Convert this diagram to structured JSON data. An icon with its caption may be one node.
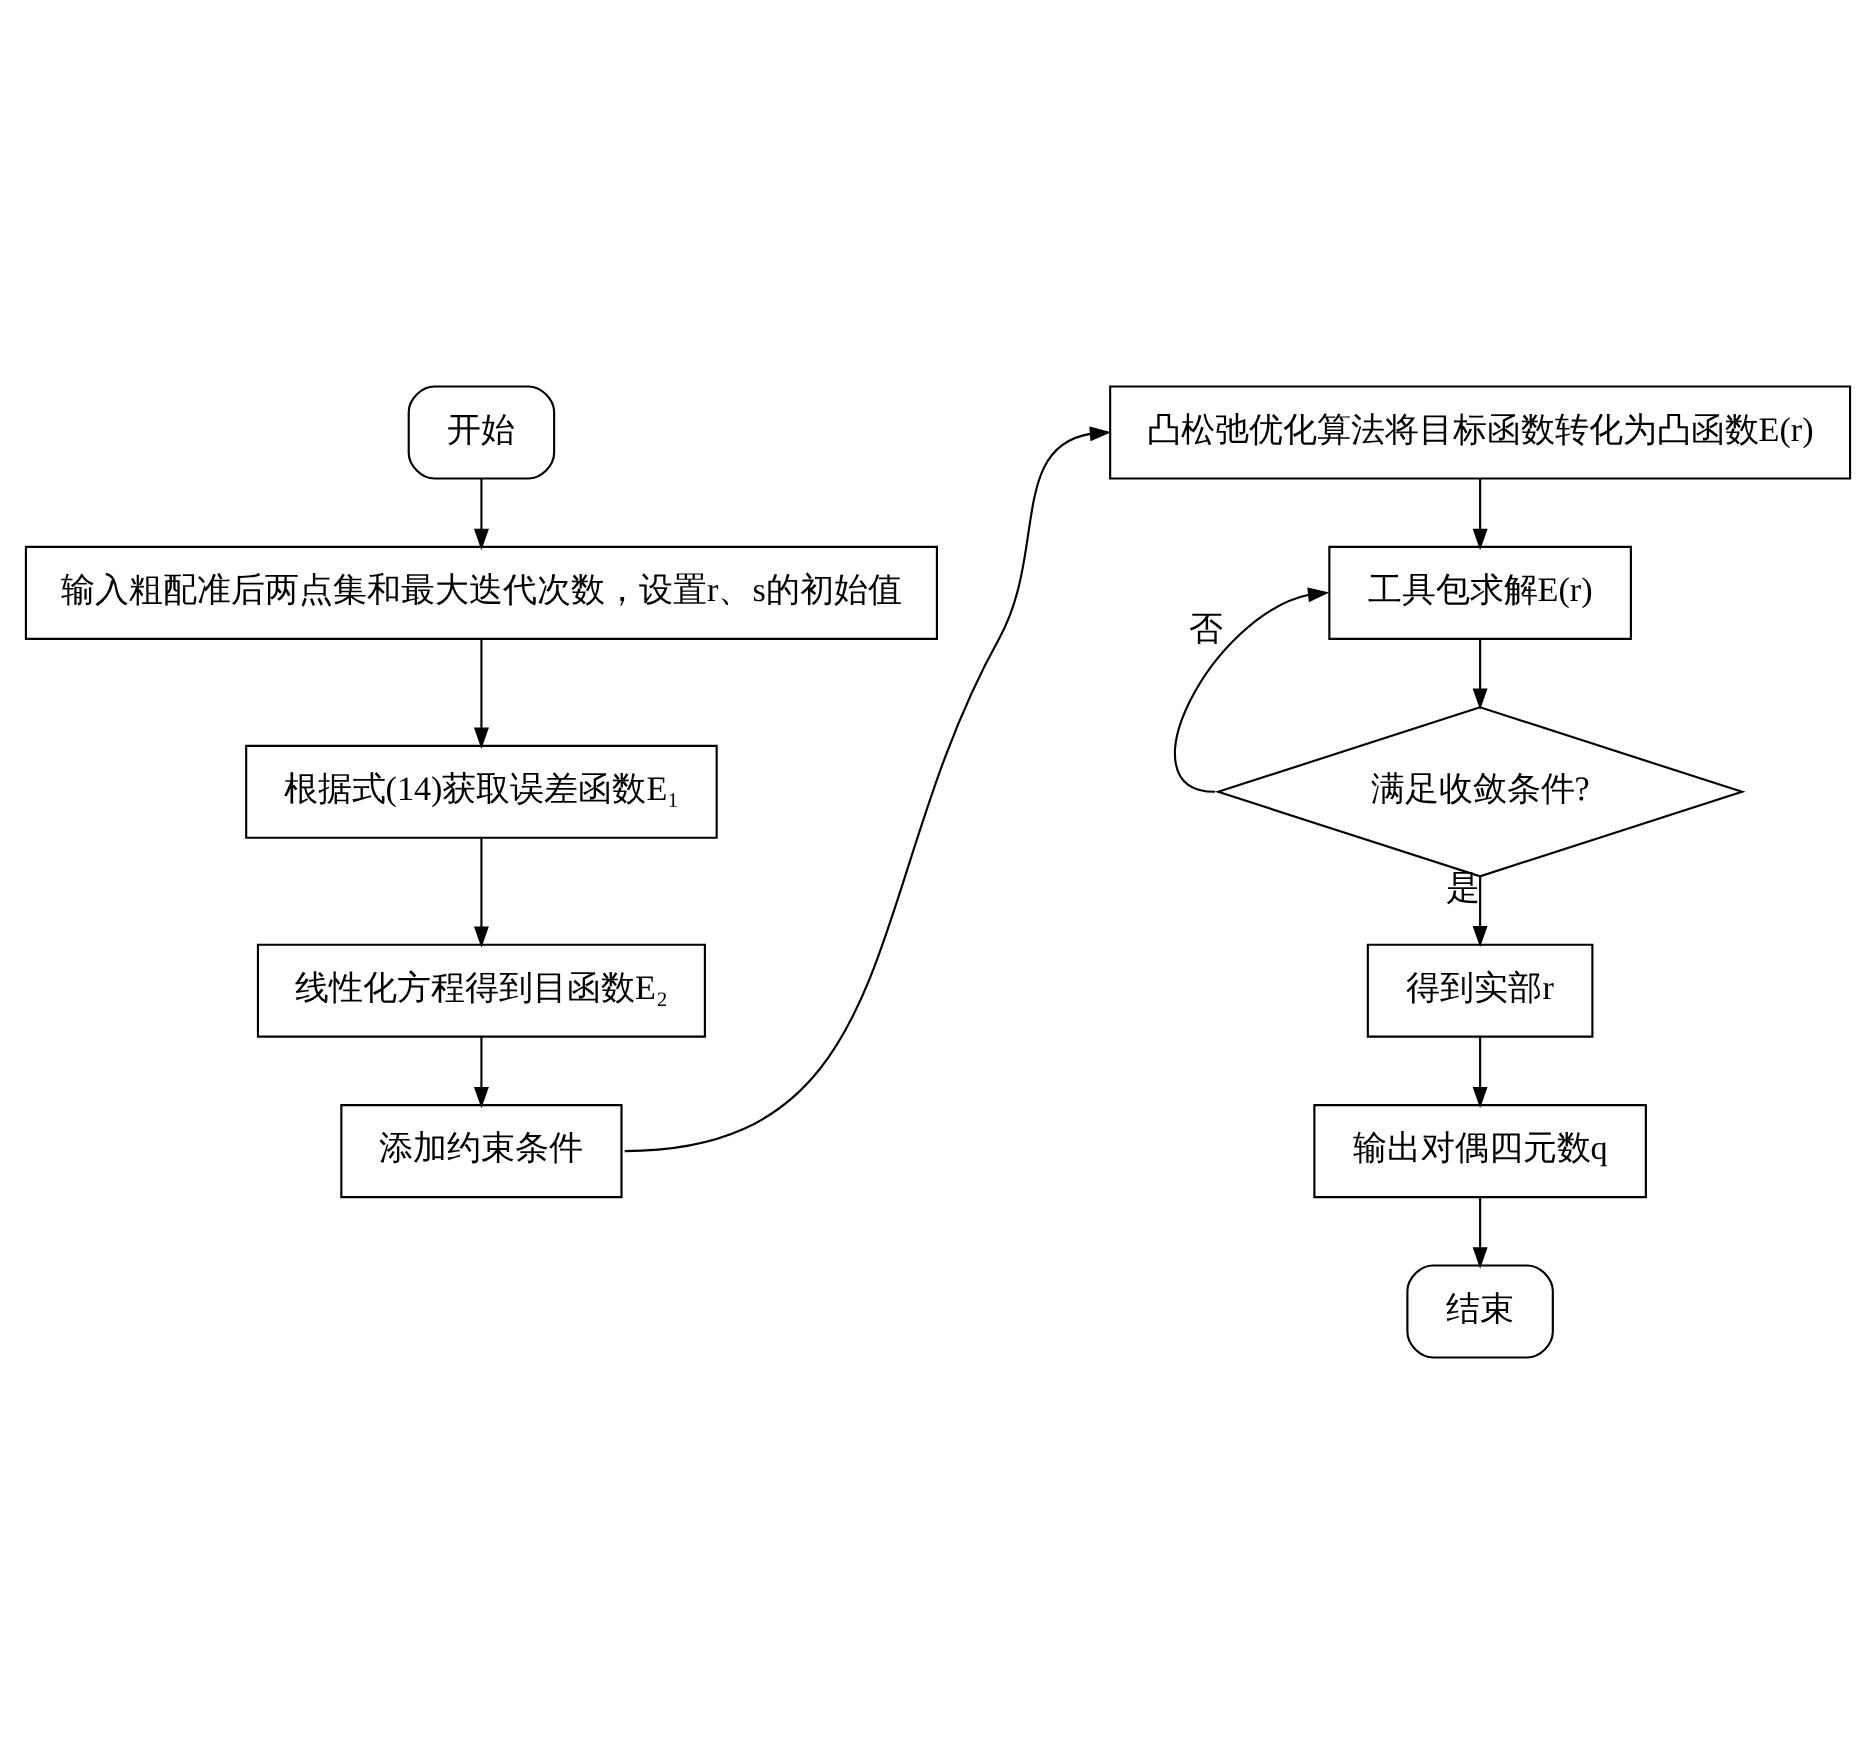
{
  "diagram": {
    "nodes": [
      {
        "text": [
          "开始"
        ]
      },
      {
        "text": [
          "输入粗配准后两点集和最大迭代次数，设置r、s的初始值"
        ]
      },
      {
        "text": [
          "根据式(14)获取误差函数E₁"
        ]
      },
      {
        "text": [
          "线性化方程得到目函数E₂"
        ]
      },
      {
        "text": [
          "添加约束条件"
        ]
      },
      {
        "text": [
          "凸松弛优化算法将目标函数转化为凸函数E(r)"
        ]
      },
      {
        "text": [
          "工具包求解E(r)"
        ]
      },
      {
        "text": [
          "满足收敛条件?"
        ]
      },
      {
        "text": [
          "得到实部r"
        ]
      },
      {
        "text": [
          "输出对偶四元数q"
        ]
      },
      {
        "text": [
          "结束"
        ]
      }
    ],
    "edges": [
      {
        "from": 0,
        "to": 1,
        "arrow": "to"
      },
      {
        "from": 1,
        "to": 2,
        "arrow": "to"
      },
      {
        "from": 2,
        "to": 3,
        "arrow": "to"
      },
      {
        "from": 3,
        "to": 4,
        "arrow": "to"
      },
      {
        "from": 4,
        "to": 5,
        "arrow": "to"
      },
      {
        "from": 5,
        "to": 6,
        "arrow": "to"
      },
      {
        "from": 6,
        "to": 7,
        "arrow": "to"
      },
      {
        "from": 7,
        "to": 6,
        "arrow": "to",
        "label": "否"
      },
      {
        "from": 7,
        "to": 8,
        "arrow": "to",
        "label": "是"
      },
      {
        "from": 8,
        "to": 9,
        "arrow": "to"
      },
      {
        "from": 9,
        "to": 10,
        "arrow": "to"
      }
    ]
  }
}
